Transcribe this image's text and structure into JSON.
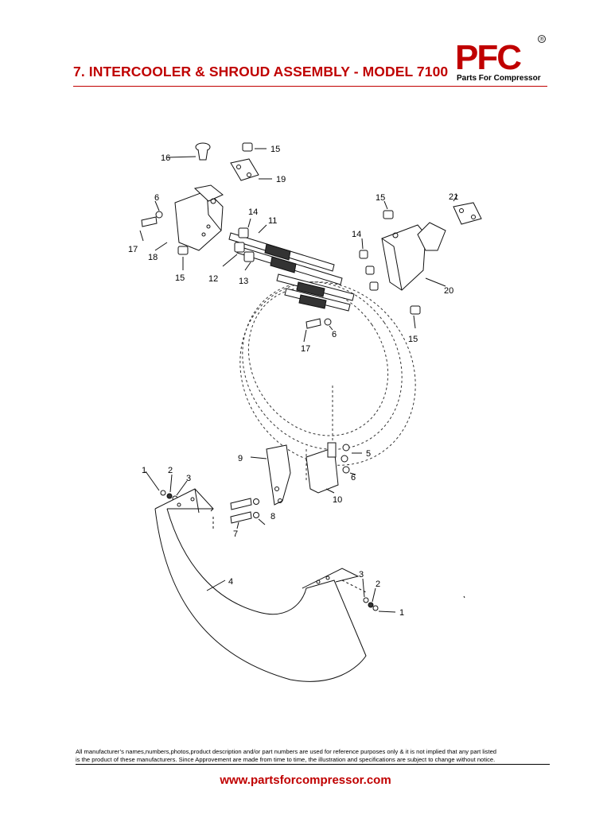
{
  "header": {
    "title": "7. INTERCOOLER & SHROUD ASSEMBLY - MODEL 7100",
    "brand_letters": "PFC",
    "brand_tagline": "Parts For Compressor",
    "registered_mark": "®"
  },
  "diagram": {
    "callouts": [
      "16",
      "15",
      "19",
      "6",
      "14",
      "11",
      "17",
      "18",
      "15",
      "12",
      "13",
      "15",
      "21",
      "14",
      "20",
      "17",
      "6",
      "15",
      "9",
      "5",
      "6",
      "10",
      "1",
      "2",
      "3",
      "8",
      "7",
      "4",
      "3",
      "2",
      "1"
    ]
  },
  "footer": {
    "disclaimer_line1": "All manufacturer’s names,numbers,photos,product description and/or part numbers are used for reference purposes only & it is not implied that any part listed",
    "disclaimer_line2": "is the product of these manufacturers.  Since Approvement are made from time to time,  the illustration and specifications are subject to change without notice.",
    "website": "www.partsforcompressor.com"
  },
  "colors": {
    "brand_red": "#c00000",
    "ink": "#000000",
    "background": "#ffffff"
  }
}
